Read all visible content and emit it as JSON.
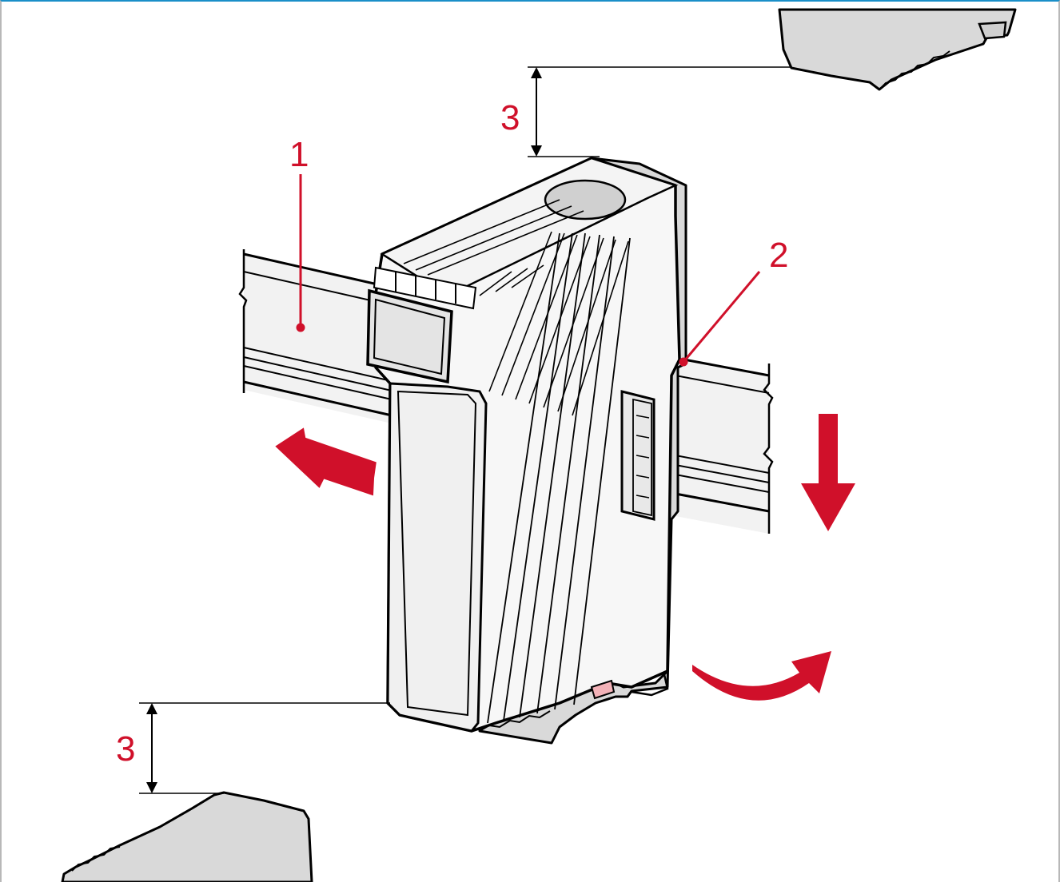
{
  "callouts": {
    "rail_label": "1",
    "latch_label": "2",
    "top_clearance": "3",
    "bottom_clearance": "3"
  },
  "colors": {
    "accent": "#d0102a",
    "outline": "#000000",
    "fill_light": "#f2f2f2",
    "fill_shade": "#d9d9d9",
    "top_rule": "#1a8fc8"
  },
  "icons": [
    "arrow-left-icon",
    "arrow-down-icon",
    "curved-arrow-icon",
    "dimension-arrow-icon"
  ]
}
